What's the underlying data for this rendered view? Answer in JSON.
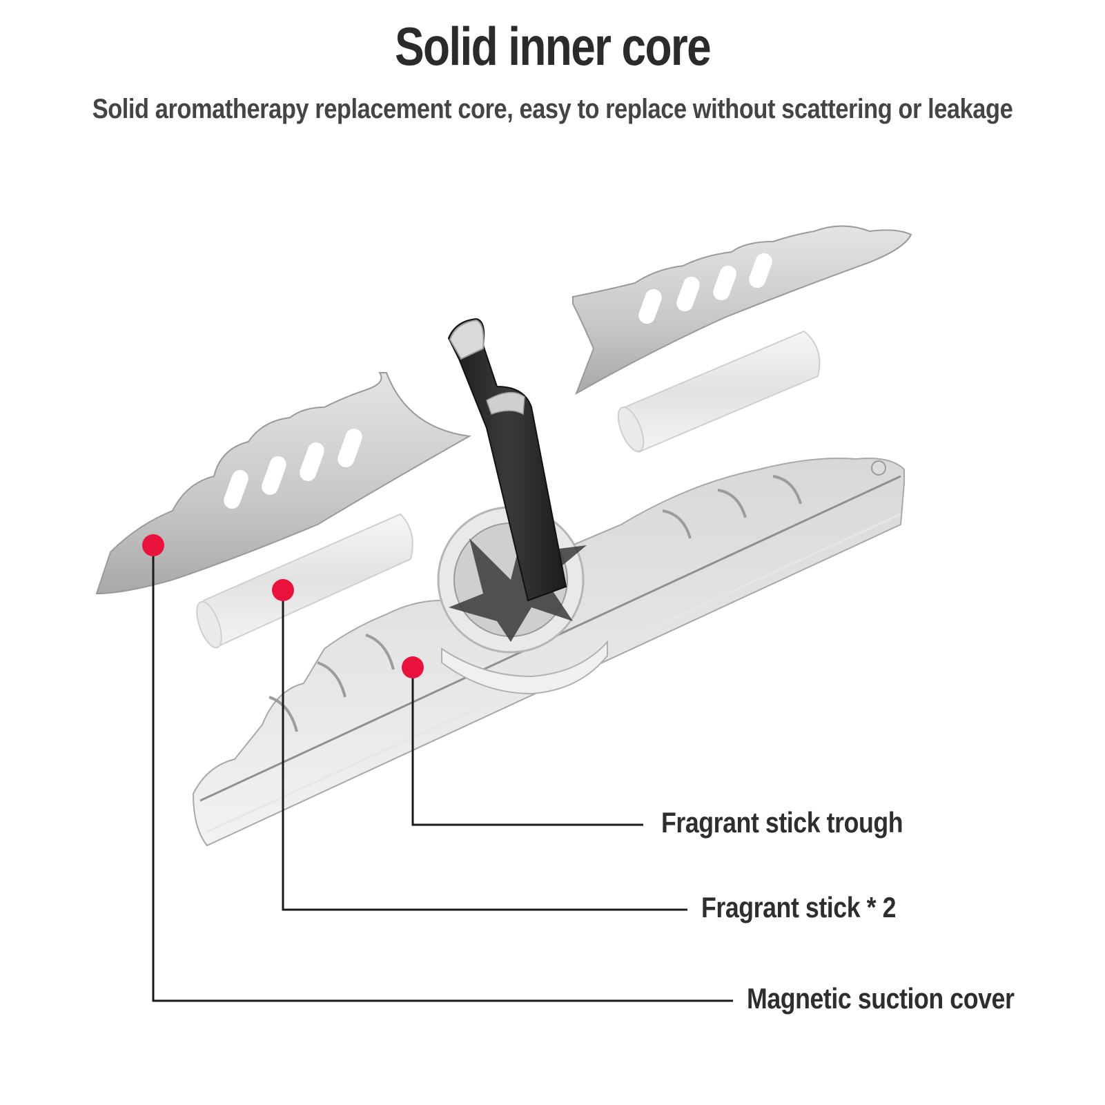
{
  "header": {
    "title": "Solid inner core",
    "subtitle": "Solid aromatherapy replacement core, easy to replace without scattering or leakage"
  },
  "callouts": [
    {
      "id": "trough",
      "label": "Fragrant stick trough"
    },
    {
      "id": "stick",
      "label": "Fragrant stick * 2"
    },
    {
      "id": "cover",
      "label": "Magnetic suction cover"
    }
  ],
  "colors": {
    "marker": "#e8123c",
    "leader_line": "#1a1a1a",
    "text": "#2e2e2e",
    "metal": "#cfcfcf",
    "clip": "#2a2a2a"
  }
}
